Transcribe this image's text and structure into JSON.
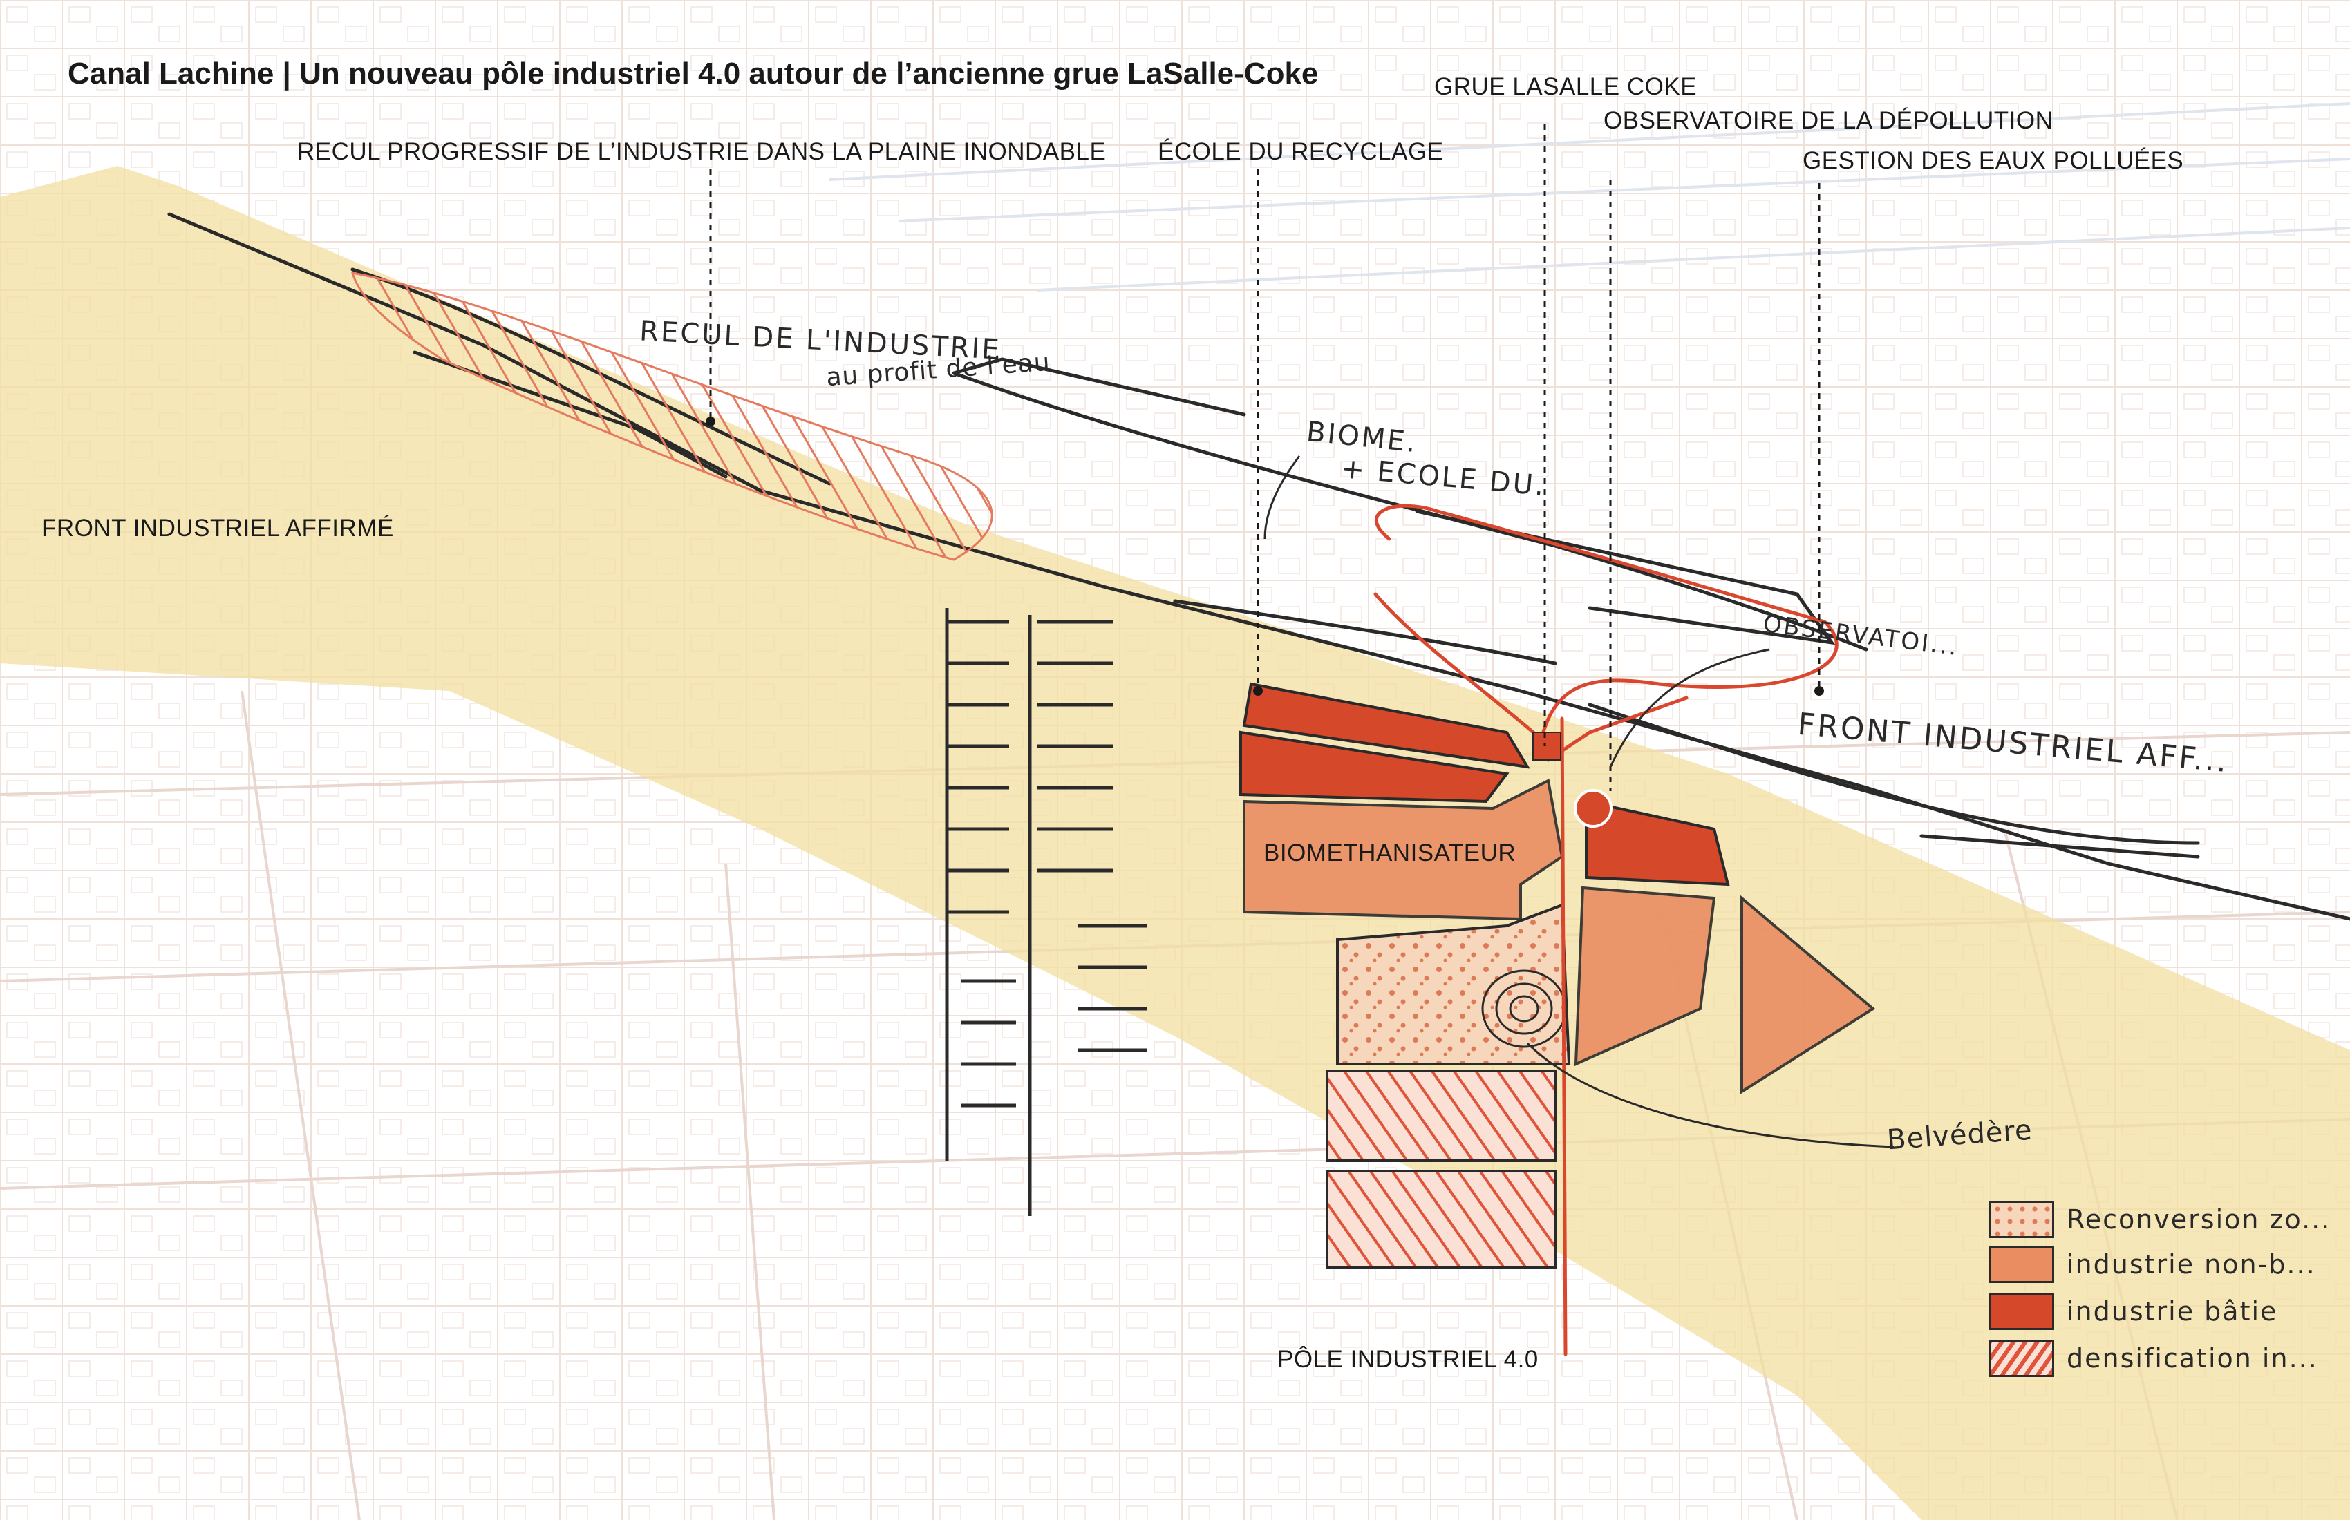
{
  "title": "Canal Lachine | Un nouveau pôle industriel 4.0 autour de l’ancienne grue LaSalle-Coke",
  "labels": {
    "recul": "RECUL PROGRESSIF DE L’INDUSTRIE DANS LA PLAINE INONDABLE",
    "ecole": "ÉCOLE DU RECYCLAGE",
    "grue": "GRUE LASALLE COKE",
    "observatoire": "OBSERVATOIRE DE LA DÉPOLLUTION",
    "gestion": "GESTION DES EAUX POLLUÉES",
    "front": "FRONT INDUSTRIEL AFFIRMÉ",
    "biomethanisateur": "BIOMETHANISATEUR",
    "pole": "PÔLE INDUSTRIEL 4.0"
  },
  "sketch_notes": {
    "recul_note_1": "RECUL DE L'INDUSTRIE",
    "recul_note_2": "au profit de l'eau",
    "biome_note_1": "BIOME.",
    "biome_note_2": "+ ECOLE DU.",
    "observatoire_note": "OBSERVATOI...",
    "front_note": "FRONT INDUSTRIEL AFF...",
    "belvedere_note": "Belvédère"
  },
  "legend": [
    {
      "label": "Reconversion zo...",
      "style": "dotted",
      "color": "#f3c7a4"
    },
    {
      "label": "industrie non-b...",
      "style": "solid",
      "color": "#ea8e62"
    },
    {
      "label": "industrie bâtie",
      "style": "solid",
      "color": "#d6482a"
    },
    {
      "label": "densification in...",
      "style": "hatched",
      "color": "#e0553a"
    }
  ],
  "colors": {
    "zone_yellow": "#f3dfa2",
    "industry_red": "#d6482a",
    "industry_orange": "#ea8e62",
    "reconversion": "#f3c7a4",
    "ink": "#2a2a2a",
    "accent_line": "#d9472e"
  }
}
